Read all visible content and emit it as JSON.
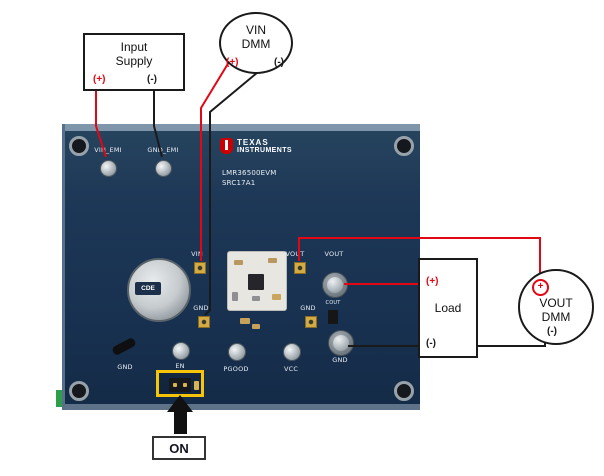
{
  "colors": {
    "wire_red": "#e30613",
    "wire_black": "#1a1a1a",
    "pcb_navy": "#1d3756",
    "highlight_yellow": "#f6c50a",
    "testpoint_gold": "#d2ab44",
    "ti_red": "#cc0000"
  },
  "annotations": {
    "input_supply": {
      "line1": "Input",
      "line2": "Supply",
      "plus": "(+)",
      "minus": "(-)"
    },
    "vin_dmm": {
      "line1": "VIN",
      "line2": "DMM",
      "plus": "(+)",
      "minus": "(-)"
    },
    "load": {
      "plus": "(+)",
      "label": "Load",
      "minus": "(-)"
    },
    "vout_dmm": {
      "line1": "VOUT",
      "line2": "DMM",
      "plus": "+",
      "minus": "(-)"
    },
    "on": "ON"
  },
  "board": {
    "brand_line1": "TEXAS",
    "brand_line2": "INSTRUMENTS",
    "model": "LMR36500EVM",
    "rev": "SRC17A1",
    "cap_brand": "CDE",
    "labels": {
      "vin_emi": "VIN_EMI",
      "gnd_emi": "GND_EMI",
      "vin_tp": "VIN",
      "gnd_tp_left": "GND",
      "vout_tp": "VOUT",
      "gnd_tp_right": "GND",
      "vout_terminal": "VOUT",
      "gnd_terminal": "GND",
      "cout": "COUT",
      "gnd_switch": "GND",
      "en": "EN",
      "pgood": "PGOOD",
      "vcc": "VCC"
    }
  }
}
